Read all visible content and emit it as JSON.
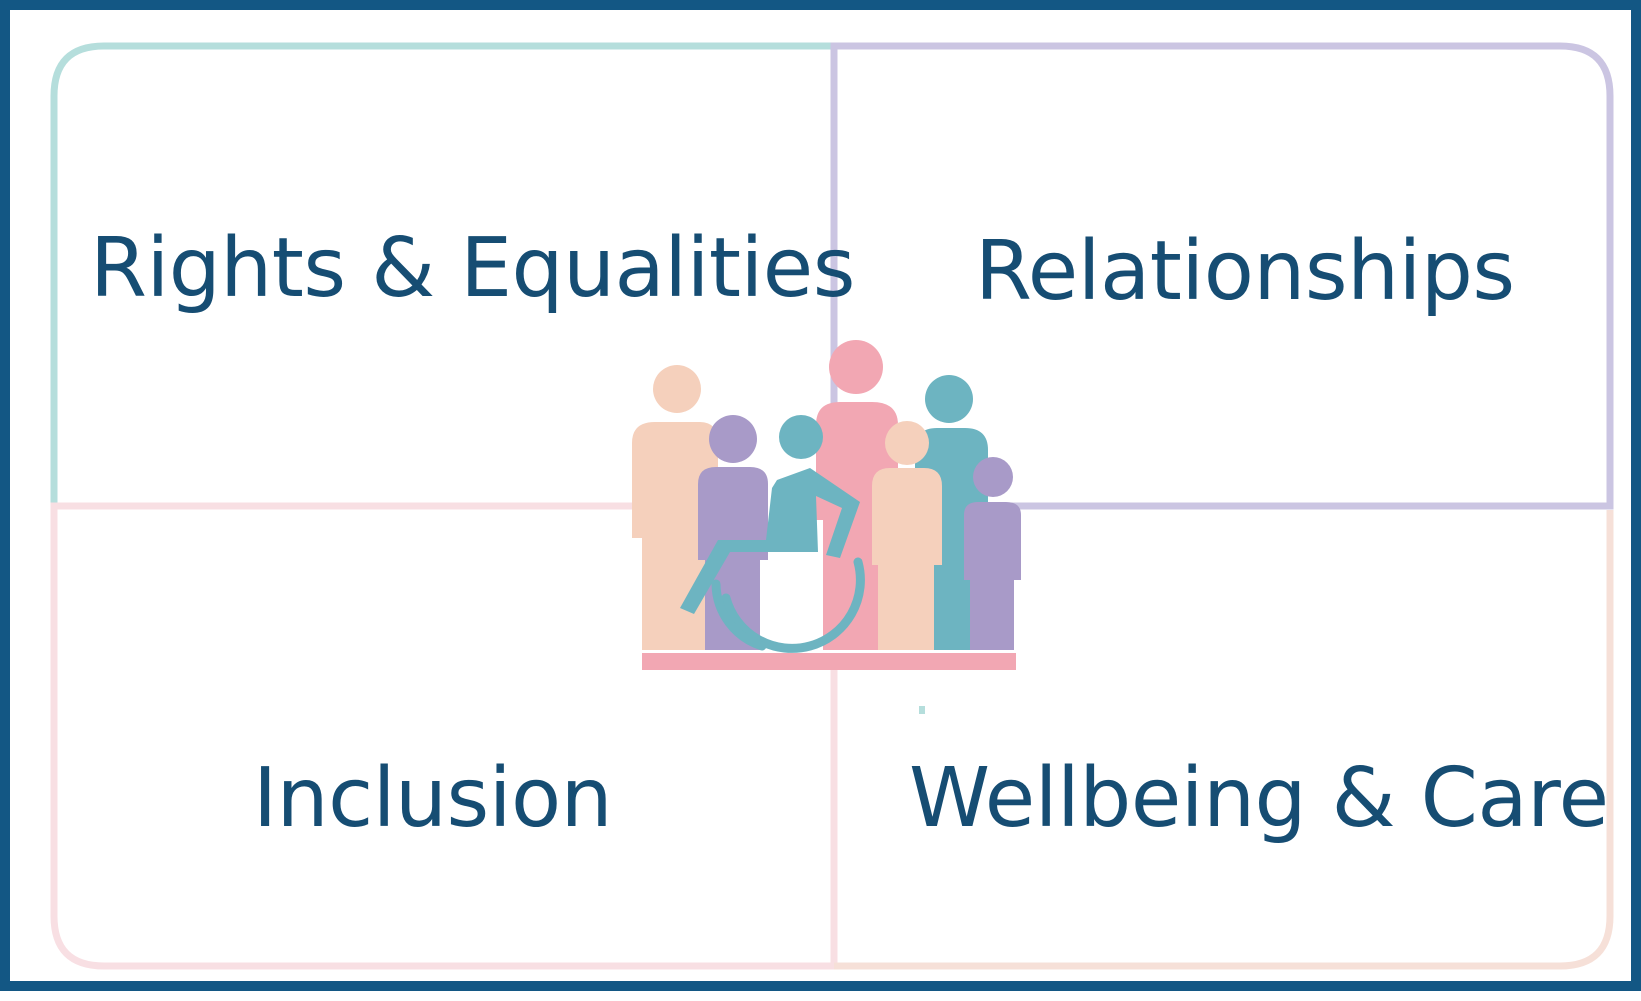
{
  "quadrants": {
    "top_left": {
      "label": "Rights & Equalities",
      "color": "#b5dedc"
    },
    "top_right": {
      "label": "Relationships",
      "color": "#cbc5e2"
    },
    "bottom_left": {
      "label": "Inclusion",
      "color": "#f8dfe3"
    },
    "bottom_right": {
      "label": "Wellbeing & Care",
      "color": "#f6e0d8"
    }
  },
  "frame_color": "#135784",
  "text_color": "#164d73",
  "center_icon": {
    "name": "group-of-people-with-wheelchair-user-icon",
    "colors": {
      "peach": "#f5d0bc",
      "purple": "#a89ac8",
      "teal": "#6db4c1",
      "pink": "#f2a7b3"
    }
  }
}
